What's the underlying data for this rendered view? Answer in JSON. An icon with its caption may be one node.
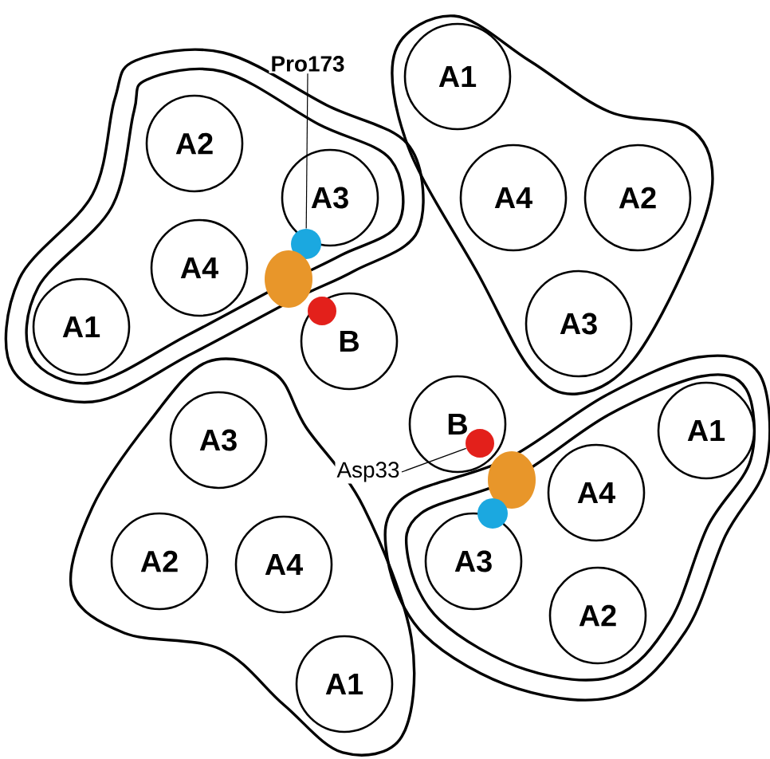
{
  "diagram": {
    "nodes": [
      {
        "text": [],
        "shape": "triangle"
      },
      {
        "text": [],
        "shape": "triangle",
        "in": 0
      },
      {
        "text": [
          "A2"
        ],
        "in": 1
      },
      {
        "text": [
          "A3"
        ],
        "in": 1
      },
      {
        "text": [
          "A4"
        ],
        "in": 1
      },
      {
        "text": [
          "A1"
        ],
        "in": 1
      },
      {
        "text": [
          "Pro173"
        ]
      },
      {
        "text": [],
        "shape": "circle",
        "in": 1
      },
      {
        "text": [],
        "shape": "circle",
        "in": 1
      },
      {
        "text": [],
        "shape": "circle",
        "in": 10
      },
      {
        "text": [
          "B"
        ]
      },
      {
        "text": [],
        "shape": "triangle"
      },
      {
        "text": [
          "A1"
        ],
        "in": 11
      },
      {
        "text": [
          "A4"
        ],
        "in": 11
      },
      {
        "text": [
          "A2"
        ],
        "in": 11
      },
      {
        "text": [
          "A3"
        ],
        "in": 11
      },
      {
        "text": [],
        "shape": "triangle"
      },
      {
        "text": [
          "A3"
        ],
        "in": 16
      },
      {
        "text": [
          "A2"
        ],
        "in": 16
      },
      {
        "text": [
          "A4"
        ],
        "in": 16
      },
      {
        "text": [
          "A1"
        ],
        "in": 16
      },
      {
        "text": [
          "B"
        ]
      },
      {
        "text": [],
        "shape": "circle",
        "in": 21
      },
      {
        "text": [
          "Asp33"
        ]
      },
      {
        "text": [],
        "shape": "circle",
        "in": 27
      },
      {
        "text": [],
        "shape": "circle",
        "in": 27
      },
      {
        "text": [],
        "shape": "triangle"
      },
      {
        "text": [],
        "shape": "triangle",
        "in": 26
      },
      {
        "text": [
          "A1"
        ],
        "in": 27
      },
      {
        "text": [
          "A4"
        ],
        "in": 27
      },
      {
        "text": [
          "A3"
        ],
        "in": 27
      },
      {
        "text": [
          "A2"
        ],
        "in": 27
      }
    ],
    "edges": [
      {
        "from": 6,
        "to": 7,
        "arrow": "none"
      },
      {
        "from": 23,
        "to": 22,
        "arrow": "none"
      }
    ]
  }
}
